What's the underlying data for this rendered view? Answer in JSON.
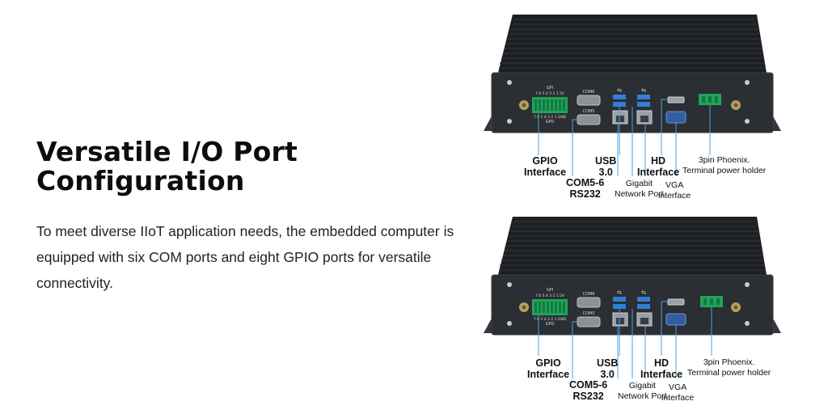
{
  "heading": {
    "line1": "Versatile I/O Port",
    "line2": "Configuration"
  },
  "description": "To meet diverse IIoT application needs, the embedded computer is equipped with six COM ports and eight GPIO ports for versatile connectivity.",
  "figures": [
    {
      "gpio": "GPIO Interface",
      "usb": "USB 3.0",
      "com": "COM5-6 RS232",
      "gigabit": "Gigabit Network Port",
      "hd": "HD Interface",
      "vga": "VGA interface",
      "power": "3pin Phoenix. Terminal power holder",
      "panel_gpi": "GPI",
      "panel_gpo": "GPO",
      "panel_com6": "COM6",
      "panel_com5": "COM5"
    },
    {
      "gpio": "GPIO Interface",
      "usb": "USB 3.0",
      "com": "COM5-6 RS232",
      "gigabit": "Gigabit Network Port",
      "hd": "HD Interface",
      "vga": "VGA interface",
      "power": "3pin Phoenix. Terminal power holder",
      "panel_gpi": "GPI",
      "panel_gpo": "GPO",
      "panel_com6": "COM6",
      "panel_com5": "COM5"
    }
  ],
  "colors": {
    "device_body": "#2b2e33",
    "device_fins": "#1d1f23",
    "usb_blue": "#2f7fd6",
    "terminal_green": "#22a35b",
    "leader_line": "#4aa3df"
  }
}
